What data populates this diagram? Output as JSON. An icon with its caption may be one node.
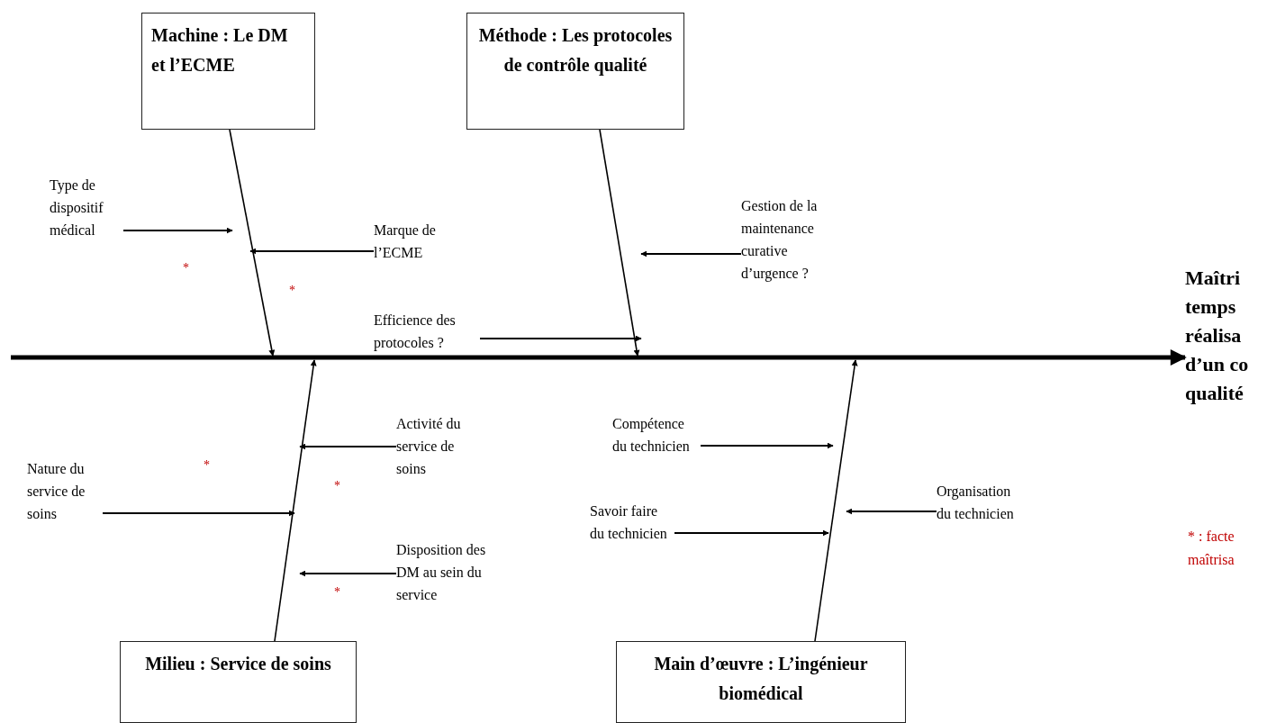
{
  "diagram": {
    "nodes": [
      {
        "text": [
          "Machine : Le DM et l’ECME"
        ]
      },
      {
        "text": [
          "Méthode : Les protocoles de contrôle qualité"
        ]
      },
      {
        "text": [
          "Type de dispositif médical"
        ]
      },
      {
        "text": [
          "Marque de l’ECME"
        ]
      },
      {
        "text": [
          "Gestion de la maintenance curative d’urgence ?"
        ]
      },
      {
        "text": [
          "Efficience des protocoles ?"
        ]
      },
      {
        "text": [
          "Maîtri temps réalisa d’un co qualité"
        ]
      },
      {
        "text": [
          "Activité du service de soins"
        ]
      },
      {
        "text": [
          "Compétence du technicien"
        ]
      },
      {
        "text": [
          "Nature du service de soins"
        ]
      },
      {
        "text": [
          "Savoir faire du technicien"
        ]
      },
      {
        "text": [
          "Organisation du technicien"
        ]
      },
      {
        "text": [
          "Disposition des DM au sein du service"
        ]
      },
      {
        "text": [
          "Milieu : Service de soins"
        ]
      },
      {
        "text": [
          "Main d’œuvre : L’ingénieur biomédical"
        ]
      }
    ],
    "edges": [
      {
        "from": 0,
        "to": null,
        "arrow": "to"
      },
      {
        "from": 1,
        "to": null,
        "arrow": "to"
      },
      {
        "from": 13,
        "to": null,
        "arrow": "to"
      },
      {
        "from": 14,
        "to": null,
        "arrow": "to"
      },
      {
        "from": null,
        "to": 6,
        "arrow": "to",
        "style": "thick"
      },
      {
        "from": 2,
        "to": null,
        "arrow": "to"
      },
      {
        "from": 3,
        "to": null,
        "arrow": "to"
      },
      {
        "from": 5,
        "to": null,
        "arrow": "to"
      },
      {
        "from": 4,
        "to": null,
        "arrow": "to"
      },
      {
        "from": 7,
        "to": null,
        "arrow": "to"
      },
      {
        "from": 9,
        "to": null,
        "arrow": "to"
      },
      {
        "from": 12,
        "to": null,
        "arrow": "to"
      },
      {
        "from": 8,
        "to": null,
        "arrow": "to"
      },
      {
        "from": 10,
        "to": null,
        "arrow": "to"
      },
      {
        "from": 11,
        "to": null,
        "arrow": "to"
      }
    ],
    "labels": [
      "*",
      "*",
      "*",
      "*",
      "*",
      "* : facte maîtrisa"
    ]
  }
}
